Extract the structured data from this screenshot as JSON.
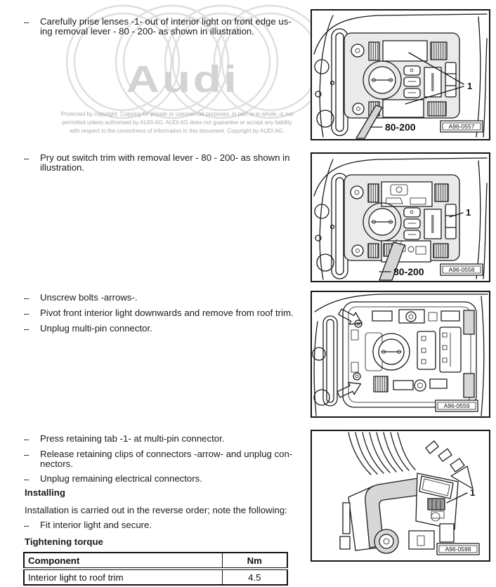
{
  "document": {
    "bullet_char": "–",
    "sections": [
      {
        "items": [
          {
            "lines": [
              "Carefully prise lenses -1- out of interior light on front edge us-",
              "ing removal lever - 80 - 200- as shown in illustration."
            ]
          }
        ]
      },
      {
        "items": [
          {
            "lines": [
              "Pry out switch trim with removal lever - 80 - 200- as shown in",
              "illustration."
            ]
          }
        ]
      },
      {
        "items": [
          {
            "lines": [
              "Unscrew bolts -arrows-."
            ]
          },
          {
            "lines": [
              "Pivot front interior light downwards and remove from roof trim."
            ]
          },
          {
            "lines": [
              "Unplug multi-pin connector."
            ]
          }
        ]
      },
      {
        "items": [
          {
            "lines": [
              "Press retaining tab -1- at multi-pin connector."
            ]
          },
          {
            "lines": [
              "Release retaining clips of connectors -arrow- and unplug con-",
              "nectors."
            ]
          },
          {
            "lines": [
              "Unplug remaining electrical connectors."
            ]
          }
        ]
      }
    ],
    "installing": {
      "heading": "Installing",
      "paragraph": "Installation is carried out in the reverse order; note the following:",
      "bullet_lines": [
        "Fit interior light and secure."
      ]
    },
    "torque": {
      "heading": "Tightening torque",
      "table": {
        "headers": [
          "Component",
          "Nm"
        ],
        "rows": [
          [
            "Interior light to roof trim",
            "4.5"
          ]
        ]
      }
    }
  },
  "watermark": {
    "logo_text": "Audi",
    "copyright_lines": [
      "Protected by copyright. Copying for private or commercial purposes, in part or in whole, is not",
      "permitted unless authorised by AUDI AG. AUDI AG does not guarantee or accept any liability",
      "with respect to the correctness of information in this document. Copyright by AUDI AG."
    ]
  },
  "figures": [
    {
      "callout": "1",
      "tool_label": "80-200",
      "ref": "A96-0557"
    },
    {
      "callout": "1",
      "tool_label": "80-200",
      "ref": "A96-0558"
    },
    {
      "ref": "A96-0559"
    },
    {
      "callout": "1",
      "ref": "A96-0598"
    }
  ]
}
